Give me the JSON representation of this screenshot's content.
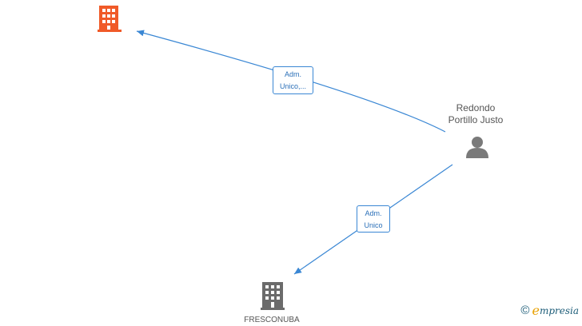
{
  "nodes": {
    "company_top": {
      "label": "",
      "color": "#f05a28",
      "icon": "building-icon"
    },
    "person": {
      "label_line1": "Redondo",
      "label_line2": "Portillo Justo",
      "color": "#7a7a7a",
      "icon": "person-icon"
    },
    "company_bottom": {
      "label": "FRESCONUBA",
      "color": "#6b6b6b",
      "icon": "building-icon"
    }
  },
  "edges": [
    {
      "from": "person",
      "to": "company_top",
      "label_line1": "Adm.",
      "label_line2": "Unico,...",
      "color": "#3a87d4"
    },
    {
      "from": "person",
      "to": "company_bottom",
      "label_line1": "Adm.",
      "label_line2": "Unico",
      "color": "#3a87d4"
    }
  ],
  "watermark": {
    "copyright": "©",
    "brand_first": "e",
    "brand_rest": "mpresia"
  }
}
